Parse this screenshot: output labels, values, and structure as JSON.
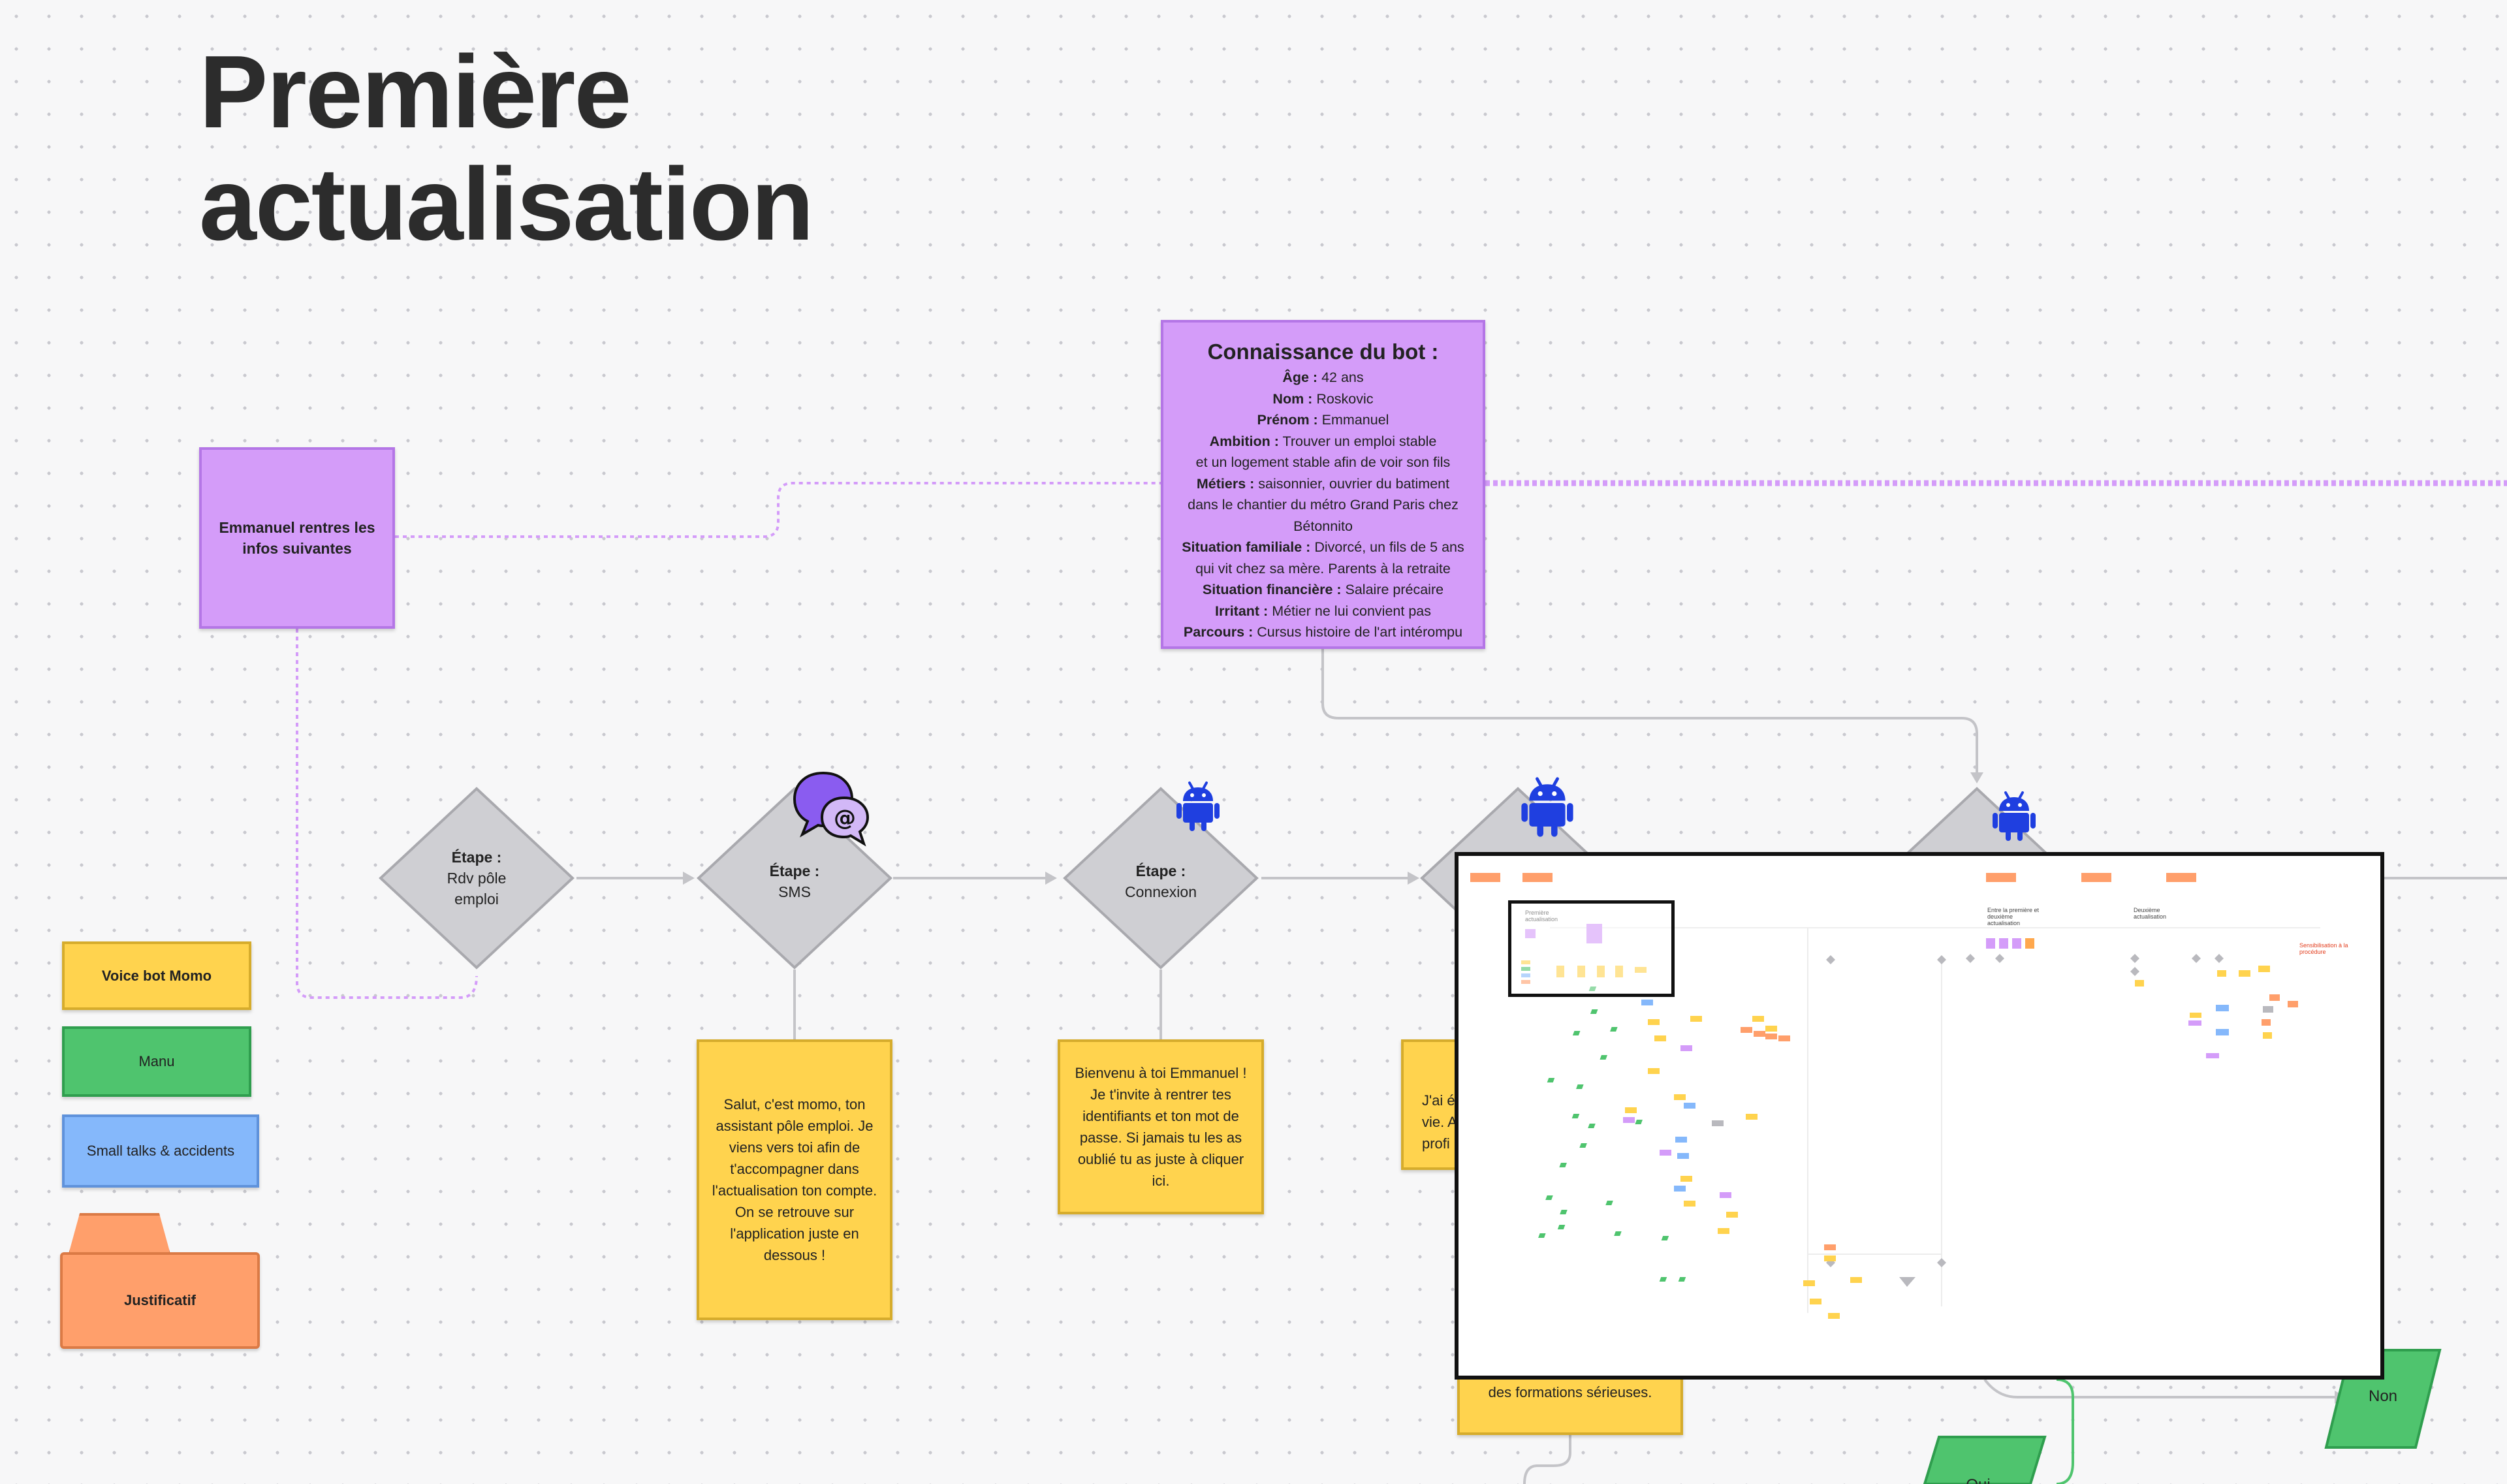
{
  "title": {
    "line1": "Première",
    "line2": "actualisation"
  },
  "infos_card": {
    "text": "Emmanuel rentres les infos suivantes"
  },
  "knowledge": {
    "title": "Connaissance du bot :",
    "lines": [
      {
        "label": "Âge :",
        "value": " 42 ans"
      },
      {
        "label": "Nom :",
        "value": " Roskovic"
      },
      {
        "label": "Prénom :",
        "value": " Emmanuel"
      },
      {
        "label": "Ambition :",
        "value": " Trouver un emploi stable"
      },
      {
        "label": "",
        "value": "et un logement stable afin de voir son fils"
      },
      {
        "label": "Métiers :",
        "value": " saisonnier, ouvrier du batiment"
      },
      {
        "label": "",
        "value": "dans le chantier du métro Grand Paris chez"
      },
      {
        "label": "",
        "value": "Bétonnito"
      },
      {
        "label": "Situation familiale :",
        "value": " Divorcé, un fils de 5 ans"
      },
      {
        "label": "",
        "value": "qui vit chez sa mère. Parents à la retraite"
      },
      {
        "label": "Situation financière :",
        "value": " Salaire précaire"
      },
      {
        "label": "Irritant :",
        "value": " Métier ne lui convient pas"
      },
      {
        "label": "Parcours :",
        "value": " Cursus histoire de l'art intérompu"
      }
    ]
  },
  "steps": {
    "rdv": {
      "label": "Étape :",
      "name": "Rdv pôle emploi"
    },
    "sms": {
      "label": "Étape :",
      "name": "SMS"
    },
    "connexion": {
      "label": "Étape :",
      "name": "Connexion"
    }
  },
  "messages": {
    "sms": "Salut, c'est momo, ton assistant pôle emploi. Je viens vers toi afin de t'accompagner dans l'actualisation ton compte. On se retrouve sur l'application juste en dessous !",
    "connexion": "Bienvenu à toi Emmanuel ! Je t'invite à rentrer tes identifiants et ton mot de passe. Si jamais tu les as oublié tu as juste à cliquer ici.",
    "partial": "J'ai é vie. A profi",
    "formations": "des formations sérieuses."
  },
  "decision": {
    "non": "Non",
    "oui_partial": "Oui"
  },
  "legend": {
    "voicebot": "Voice bot Momo",
    "manu": "Manu",
    "smalltalk": "Small talks & accidents",
    "justificatif": "Justificatif"
  },
  "minimap": {
    "label_premiere": "Première actualisation",
    "label_entre": "Entre la première et deuxième actualisation",
    "label_deuxieme": "Deuxième actualisation",
    "label_red": "Sensibilisation à la procédure"
  },
  "colors": {
    "purple": "#d49cf9",
    "yellow": "#ffd34e",
    "green": "#4fc46e",
    "blue": "#85b8fb",
    "orange": "#ff9f6b",
    "diamond": "#cfcfd3",
    "bot_blue": "#1f3fe0"
  },
  "icons": [
    "chat-bubbles-at-icon",
    "android-robot-icon"
  ]
}
